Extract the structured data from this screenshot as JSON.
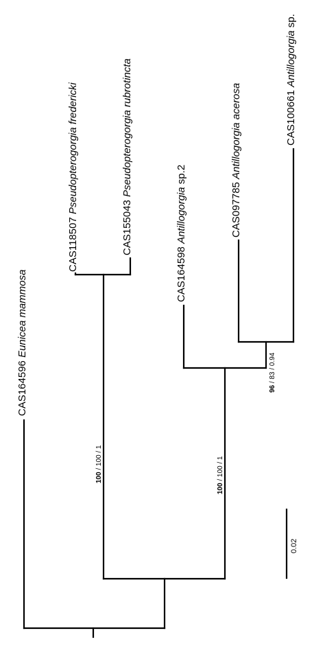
{
  "taxa": [
    {
      "code": "CAS164596",
      "name": "Eunicea mammosa"
    },
    {
      "code": "CAS118507",
      "name": "Pseudopterogorgia fredericki"
    },
    {
      "code": "CAS155043",
      "name": "Pseudopterogorgia rubrotincta"
    },
    {
      "code": "CAS164598",
      "name": "Antillogorgia",
      "suffix": "sp.2"
    },
    {
      "code": "CAS097785",
      "name": "Antillogorgia acerosa"
    },
    {
      "code": "CAS100661",
      "name": "Antillogorgia",
      "suffix": "sp."
    }
  ],
  "support": {
    "pseudopterogorgia": {
      "bold": "100",
      "rest": " / 100 / 1"
    },
    "antillogorgia": {
      "bold": "100",
      "rest": " / 100 / 1"
    },
    "acerosa_sp": {
      "bold": "96",
      "rest": " / 83 / 0.94"
    }
  },
  "scale": {
    "label": "0.02"
  }
}
